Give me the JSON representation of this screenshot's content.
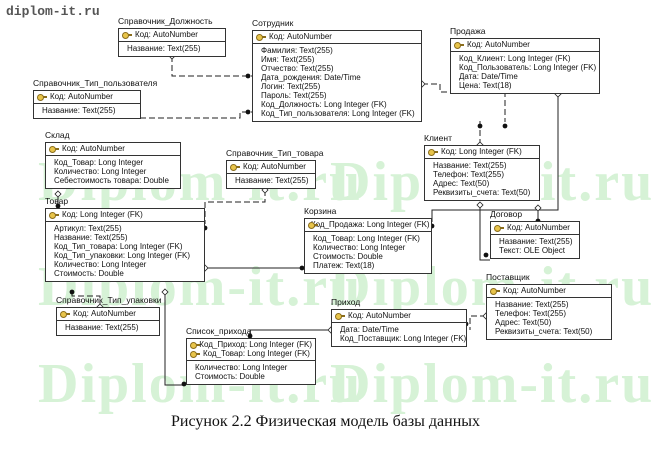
{
  "site_label": "diplom-it.ru",
  "watermark_text": "Diplom-it.ru",
  "caption": "Рисунок 2.2 Физическая модель базы данных",
  "entities": [
    {
      "id": "dolzhnost",
      "title": "Справочник_Должность",
      "pk": "Код: AutoNumber",
      "fields": [
        "Название: Text(255)"
      ]
    },
    {
      "id": "sotrudnik",
      "title": "Сотрудник",
      "pk": "Код: AutoNumber",
      "fields": [
        "Фамилия: Text(255)",
        "Имя: Text(255)",
        "Отчество: Text(255)",
        "Дата_рождения: Date/Time",
        "Логин: Text(255)",
        "Пароль: Text(255)",
        "Код_Должность: Long Integer (FK)",
        "Код_Тип_пользователя: Long Integer (FK)"
      ]
    },
    {
      "id": "prodazha",
      "title": "Продажа",
      "pk": "Код: AutoNumber",
      "fields": [
        "Код_Клиент: Long Integer (FK)",
        "Код_Пользователь: Long Integer (FK)",
        "Дата: Date/Time",
        "Цена: Text(18)"
      ]
    },
    {
      "id": "tip_polz",
      "title": "Справочник_Тип_пользователя",
      "pk": "Код: AutoNumber",
      "fields": [
        "Название: Text(255)"
      ]
    },
    {
      "id": "sklad",
      "title": "Склад",
      "pk": "Код: AutoNumber",
      "fields": [
        "Код_Товар: Long Integer",
        "Количество: Long Integer",
        "Себестоимость товара: Double"
      ]
    },
    {
      "id": "tip_tovara",
      "title": "Справочник_Тип_товара",
      "pk": "Код: AutoNumber",
      "fields": [
        "Название: Text(255)"
      ]
    },
    {
      "id": "klient",
      "title": "Клиент",
      "pk": "Код: Long Integer (FK)",
      "fields": [
        "Название: Text(255)",
        "Телефон: Text(255)",
        "Адрес: Text(50)",
        "Реквизиты_счета: Text(50)"
      ]
    },
    {
      "id": "tovar",
      "title": "Товар",
      "pk": "Код: Long Integer (FK)",
      "fields": [
        "Артикул: Text(255)",
        "Название: Text(255)",
        "Код_Тип_товара: Long Integer (FK)",
        "Код_Тип_упаковки: Long Integer (FK)",
        "Количество: Long Integer",
        "Стоимость: Double"
      ]
    },
    {
      "id": "korzina",
      "title": "Корзина",
      "pk": "Код_Продажа: Long Integer (FK)",
      "fields": [
        "Код_Товар: Long Integer (FK)",
        "Количество: Long Integer",
        "Стоимость: Double",
        "Платеж: Text(18)"
      ]
    },
    {
      "id": "dogovor",
      "title": "Договор",
      "pk": "Код: AutoNumber",
      "fields": [
        "Название: Text(255)",
        "Текст: OLE Object"
      ]
    },
    {
      "id": "tip_upakovki",
      "title": "Справочник_Тип_упаковки",
      "pk": "Код: AutoNumber",
      "fields": [
        "Название: Text(255)"
      ]
    },
    {
      "id": "postavshik",
      "title": "Поставщик",
      "pk": "Код: AutoNumber",
      "fields": [
        "Название: Text(255)",
        "Телефон: Text(255)",
        "Адрес: Text(50)",
        "Реквизиты_счета: Text(50)"
      ]
    },
    {
      "id": "prihod",
      "title": "Приход",
      "pk": "Код: AutoNumber",
      "fields": [
        "Дата: Date/Time",
        "Код_Поставщик: Long Integer (FK)"
      ]
    },
    {
      "id": "spisok_prihoda",
      "title": "Список_прихода",
      "pk": "Код_Приход: Long Integer (FK)",
      "pk2": "Код_Товар: Long Integer (FK)",
      "fields": [
        "Количество: Long Integer",
        "Стоимость: Double"
      ]
    }
  ],
  "relationships": [
    {
      "from": "dolzhnost",
      "to": "sotrudnik",
      "style": "dashed"
    },
    {
      "from": "tip_polz",
      "to": "sotrudnik",
      "style": "dashed"
    },
    {
      "from": "sotrudnik",
      "to": "prodazha",
      "style": "dashed"
    },
    {
      "from": "klient",
      "to": "prodazha",
      "style": "dashed"
    },
    {
      "from": "sklad",
      "to": "tovar",
      "style": "solid"
    },
    {
      "from": "tip_tovara",
      "to": "tovar",
      "style": "dashed"
    },
    {
      "from": "tovar",
      "to": "korzina",
      "style": "solid"
    },
    {
      "from": "prodazha",
      "to": "korzina",
      "style": "solid"
    },
    {
      "from": "prodazha",
      "to": "dogovor",
      "style": "solid"
    },
    {
      "from": "klient",
      "to": "dogovor",
      "style": "solid"
    },
    {
      "from": "tip_upakovki",
      "to": "tovar",
      "style": "dashed"
    },
    {
      "from": "tovar",
      "to": "spisok_prihoda",
      "style": "solid"
    },
    {
      "from": "prihod",
      "to": "spisok_prihoda",
      "style": "solid"
    },
    {
      "from": "postavshik",
      "to": "prihod",
      "style": "dashed"
    }
  ]
}
